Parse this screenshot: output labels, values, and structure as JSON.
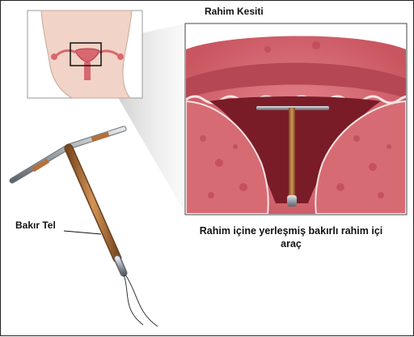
{
  "labels": {
    "section_title": "Rahim Kesiti",
    "copper_wire": "Bakır Tel",
    "caption_line1": "Rahim içine yerleşmiş bakırlı rahim içi",
    "caption_line2": "araç"
  },
  "colors": {
    "tissue": "#d9676f",
    "tissue_dark": "#a83a45",
    "copper": "#b4703a",
    "metal": "#9aa0a6",
    "body_skin": "#f1d3c7"
  }
}
